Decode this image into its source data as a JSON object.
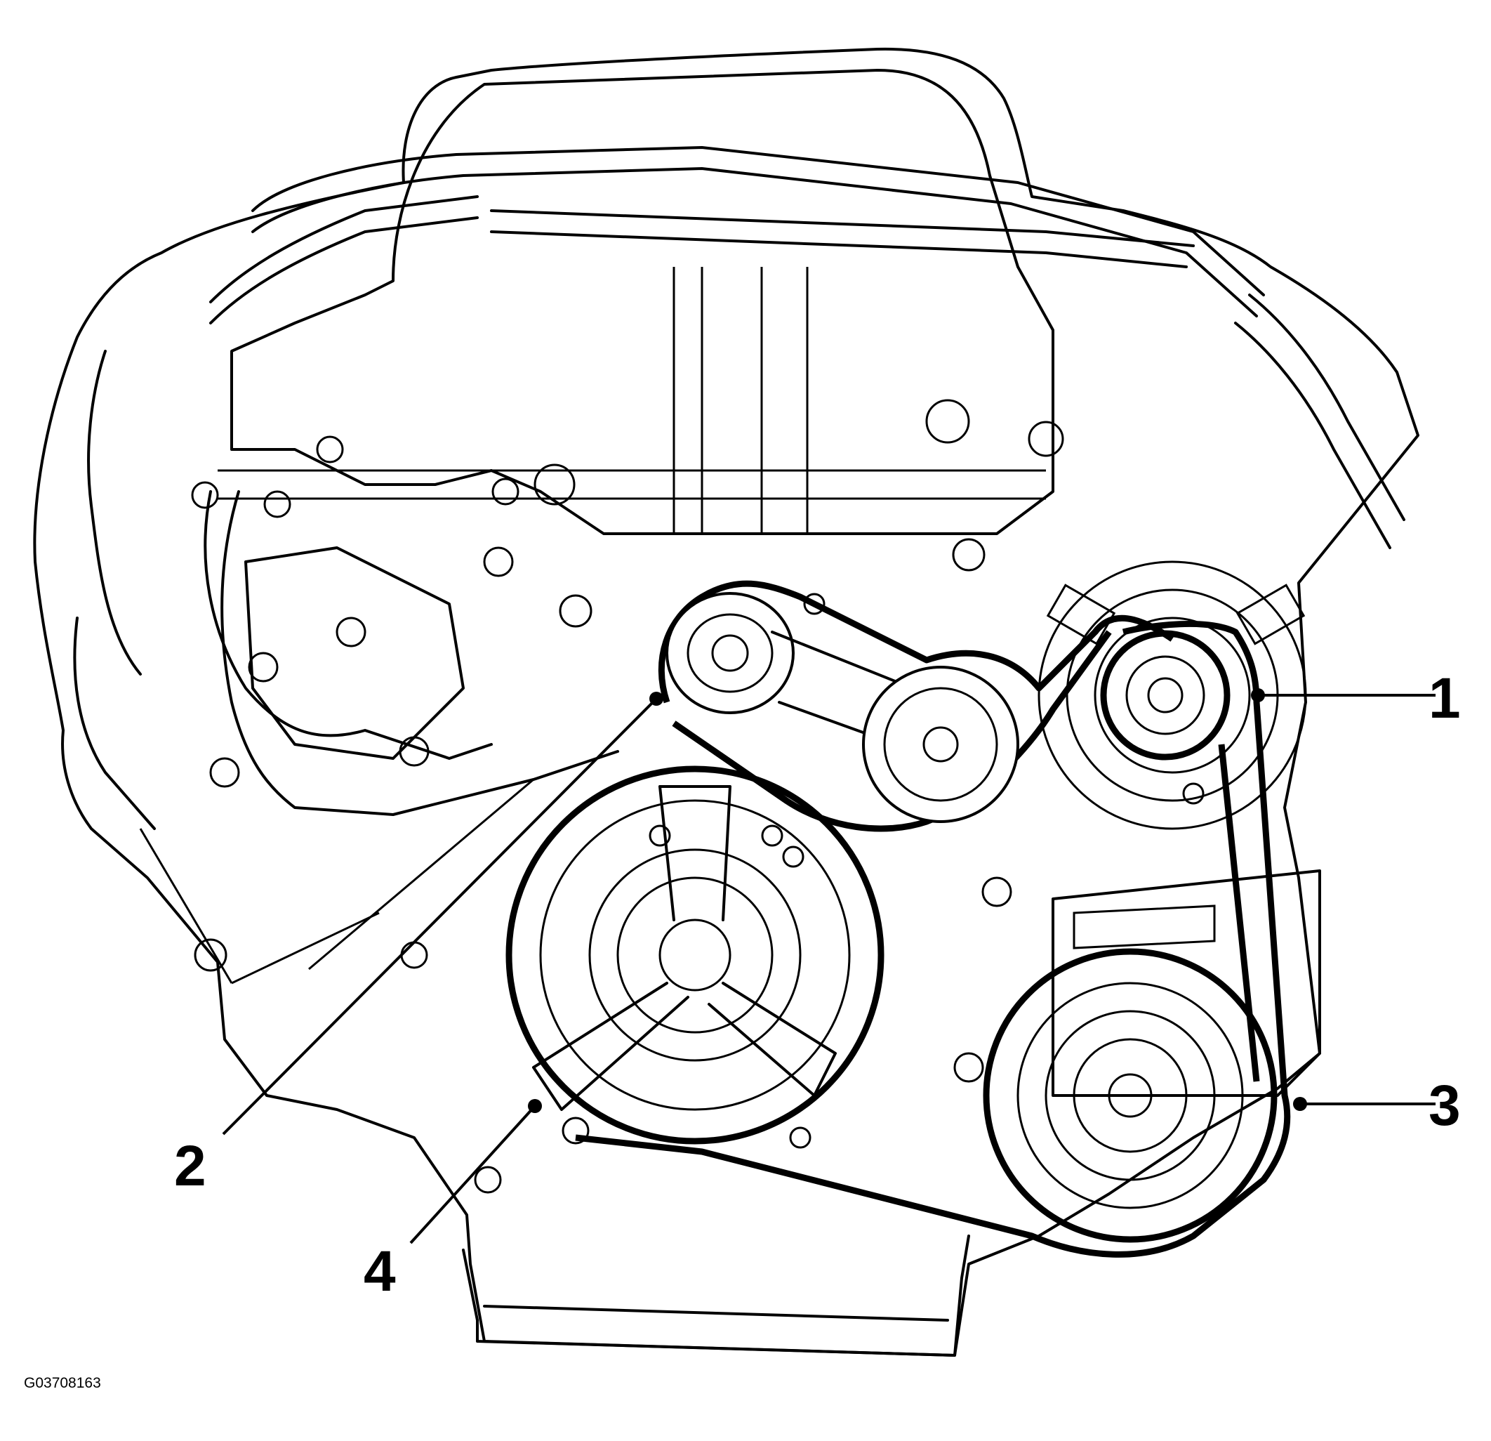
{
  "diagram": {
    "callouts": [
      {
        "id": "1",
        "label": "1"
      },
      {
        "id": "2",
        "label": "2"
      },
      {
        "id": "3",
        "label": "3"
      },
      {
        "id": "4",
        "label": "4"
      }
    ],
    "figure_id": "G03708163"
  },
  "colors": {
    "line": "#000000",
    "background": "#ffffff"
  }
}
